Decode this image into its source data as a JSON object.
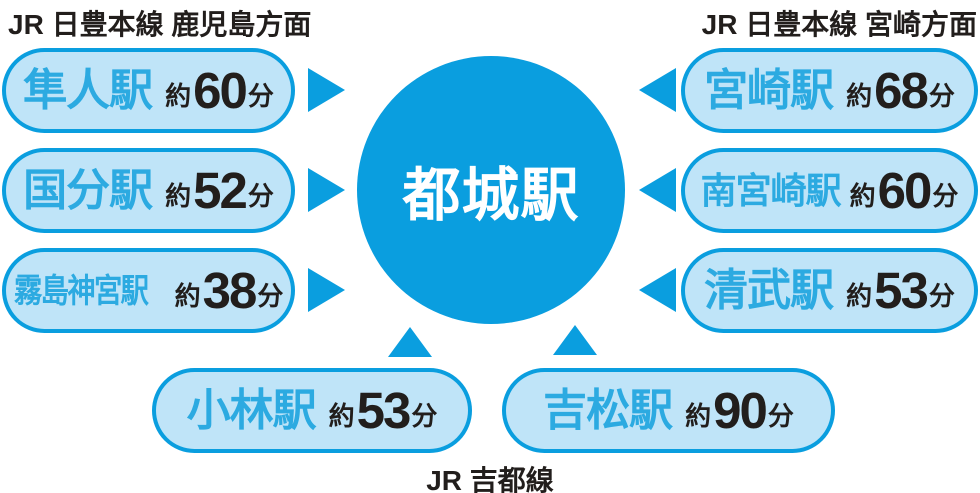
{
  "center_station": "都城駅",
  "labels": {
    "top_left": "JR 日豊本線 鹿児島方面",
    "top_right": "JR 日豊本線 宮崎方面",
    "bottom": "JR 吉都線"
  },
  "approx_label": "約",
  "unit_label": "分",
  "left_stations": [
    {
      "name": "隼人駅",
      "minutes": "60"
    },
    {
      "name": "国分駅",
      "minutes": "52"
    },
    {
      "name": "霧島神宮駅",
      "minutes": "38"
    }
  ],
  "right_stations": [
    {
      "name": "宮崎駅",
      "minutes": "68"
    },
    {
      "name": "南宮崎駅",
      "minutes": "60"
    },
    {
      "name": "清武駅",
      "minutes": "53"
    }
  ],
  "bottom_stations": [
    {
      "name": "小林駅",
      "minutes": "53"
    },
    {
      "name": "吉松駅",
      "minutes": "90"
    }
  ],
  "colors": {
    "primary_blue": "#0A9EDF",
    "station_text_blue": "#2CAAE1",
    "pill_fill": "#BFE4F8",
    "text_black": "#221E1C"
  }
}
